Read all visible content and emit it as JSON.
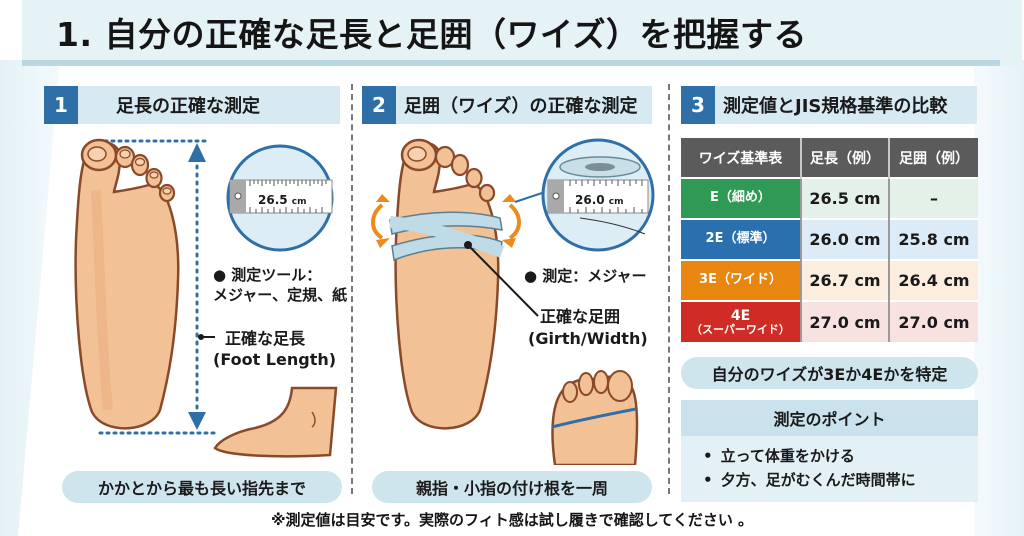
{
  "title": "1. 自分の正確な足長と足囲（ワイズ）を把握する",
  "sections": [
    {
      "number": "1",
      "heading": "足長の正確な測定",
      "gauge_value": "26.5",
      "gauge_unit": "cm",
      "tool_line1": "● 測定ツール：",
      "tool_line2": "メジャー、定規、紙",
      "callout_line1": "正確な足長",
      "callout_line2": "(Foot Length)",
      "caption": "かかとから最も長い指先まで"
    },
    {
      "number": "2",
      "heading": "足囲（ワイズ）の正確な測定",
      "gauge_value": "26.0",
      "gauge_unit": "cm",
      "tool_line1": "● 測定：メジャー",
      "callout_line1": "正確な足囲",
      "callout_line2": "(Girth/Width)",
      "caption": "親指・小指の付け根を一周"
    },
    {
      "number": "3",
      "heading": "測定値とJIS規格基準の比較",
      "table": {
        "headers": [
          "ワイズ基準表",
          "足長（例）",
          "足囲（例）"
        ],
        "rows": [
          {
            "label": "E（細め）",
            "label2": "",
            "length": "26.5 cm",
            "girth": "–",
            "color": "#2e9a55",
            "bg": "#e3f1e8"
          },
          {
            "label": "2E（標準）",
            "label2": "",
            "length": "26.0 cm",
            "girth": "25.8 cm",
            "color": "#2a6fae",
            "bg": "#dcebf5"
          },
          {
            "label": "3E（ワイド）",
            "label2": "",
            "length": "26.7 cm",
            "girth": "26.4 cm",
            "color": "#e8860f",
            "bg": "#fbeede"
          },
          {
            "label": "4E",
            "label2": "（スーパーワイド）",
            "length": "27.0 cm",
            "girth": "27.0 cm",
            "color": "#cf2c25",
            "bg": "#f8e2e0"
          }
        ]
      },
      "identify_pill": "自分のワイズが3Eか4Eかを特定",
      "points_heading": "測定のポイント",
      "points": [
        "立って体重をかける",
        "夕方、足がむくんだ時間帯に"
      ]
    }
  ],
  "footnote": "※測定値は目安です。実際のフィト感は試し履きで確認してください 。",
  "colors": {
    "accent_blue": "#2f6fa8",
    "header_bg": "#d7eaf1",
    "skin": "#f2c195",
    "skin_outline": "#8a4a2a",
    "arrow_orange": "#ec8a1e"
  }
}
